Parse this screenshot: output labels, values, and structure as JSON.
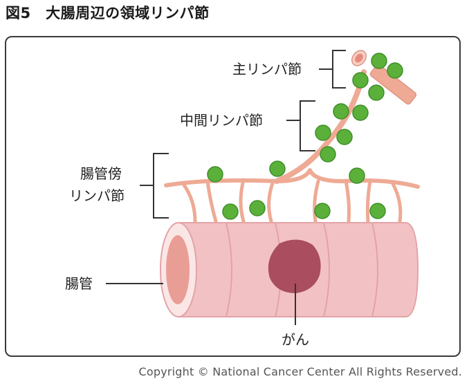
{
  "title": "図5　大腸周辺の領域リンパ節",
  "labels": {
    "main_lymph": "主リンパ節",
    "intermediate_lymph": "中間リンパ節",
    "paracolic_lymph_line1": "腸管傍",
    "paracolic_lymph_line2": "リンパ節",
    "intestine": "腸管",
    "cancer": "がん"
  },
  "copyright": "Copyright © National Cancer Center All Rights Reserved.",
  "colors": {
    "vessel": "#eeaa95",
    "intestine_fill": "#f2c1c4",
    "intestine_stroke": "#e3a3a7",
    "tumor": "#a94d5f",
    "lymph_node": "#5bb03a",
    "line": "#333333"
  }
}
